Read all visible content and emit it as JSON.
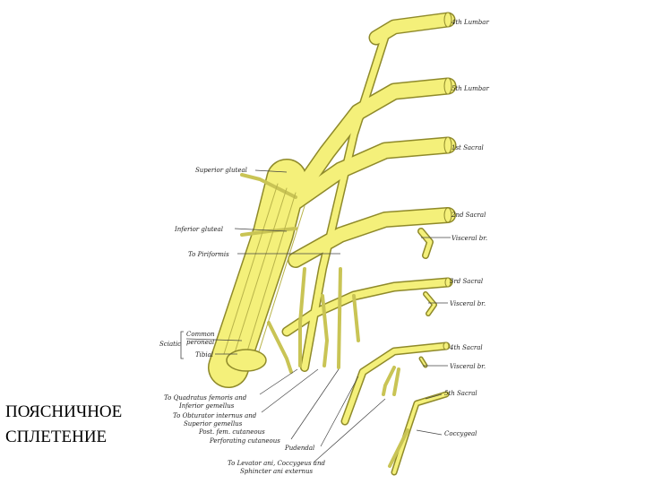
{
  "title_lines": [
    "ПОЯСНИЧНОЕ",
    "СПЛЕТЕНИЕ"
  ],
  "colors": {
    "nerve": "#f4f07a",
    "nerve_edge": "#8f8a2a",
    "line": "#444444"
  },
  "labels": {
    "l4": "4th Lumbar",
    "l5": "5th Lumbar",
    "s1": "1st Sacral",
    "s2": "2nd Sacral",
    "visceral1": "Visceral br.",
    "s3": "3rd Sacral",
    "visceral2": "Visceral br.",
    "s4": "4th Sacral",
    "visceral3": "Visceral br.",
    "s5": "5th Sacral",
    "coccygeal": "Coccygeal",
    "sup_gluteal": "Superior gluteal",
    "inf_gluteal": "Inferior gluteal",
    "piriformis": "To Piriformis",
    "common1": "Common",
    "common2": "peroneal",
    "sciatic": "Sciatic",
    "tibial": "Tibial",
    "b1": "To Quadratus femoris and",
    "b2": "Inferior gemellus",
    "b3": "To Obturator internus and",
    "b4": "Superior gemellus",
    "b5": "Post. fem. cutaneous",
    "b6": "Perforating cutaneous",
    "pudendal": "Pudendal",
    "b7": "To Levator ani, Coccygeus and",
    "b8": "Sphincter ani externus"
  }
}
